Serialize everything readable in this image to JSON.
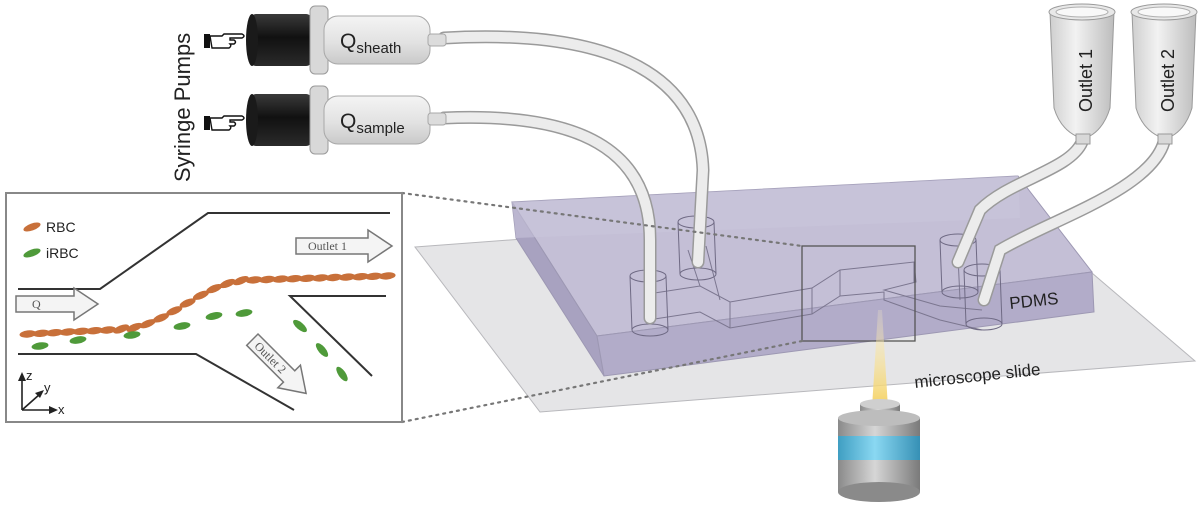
{
  "labels": {
    "syringe_pumps": "Syringe Pumps",
    "q_sheath_main": "Q",
    "q_sheath_sub": "sheath",
    "q_sample_main": "Q",
    "q_sample_sub": "sample",
    "outlet_1": "Outlet 1",
    "outlet_2": "Outlet 2",
    "pdms": "PDMS",
    "microscope_slide": "microscope slide"
  },
  "inset": {
    "legend_rbc": "RBC",
    "legend_irbc": "iRBC",
    "arrow_q": "Q",
    "arrow_outlet1": "Outlet 1",
    "arrow_outlet2": "Outlet 2",
    "axis_z": "z",
    "axis_y": "y",
    "axis_x": "x"
  },
  "colors": {
    "rbc": "#c8703a",
    "irbc": "#4f9a3a",
    "pdms_fill": "#b9b3cc",
    "slide_fill": "#e4e4e6",
    "tube": "#dedede",
    "objective_band": "#5bc3e6",
    "light_cone": "#f4d36a"
  }
}
